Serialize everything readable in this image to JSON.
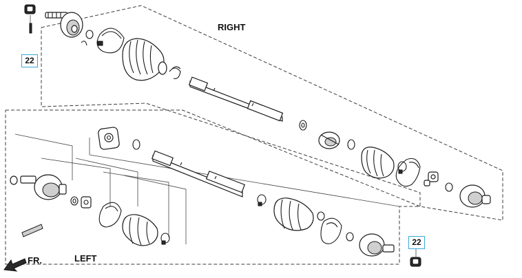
{
  "labels": {
    "right": "RIGHT",
    "left": "LEFT",
    "front_arrow": "FR."
  },
  "callouts": {
    "upper_left": "22",
    "lower_right": "22"
  }
}
